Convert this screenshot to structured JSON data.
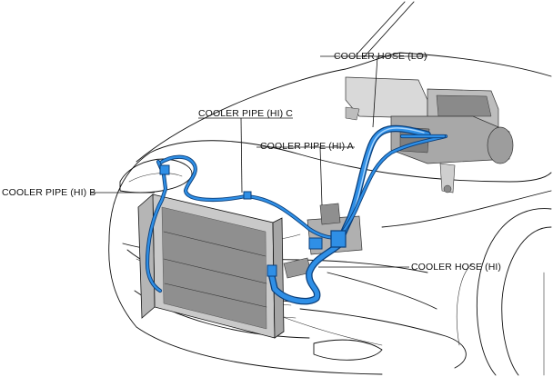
{
  "labels": {
    "cooler_hose_lo": "COOLER HOSE (LO)",
    "cooler_pipe_hi_c": "COOLER PIPE (HI) C",
    "cooler_pipe_hi_a": "COOLER PIPE (HI) A",
    "cooler_pipe_hi_b": "COOLER PIPE (HI) B",
    "cooler_hose_hi": "COOLER HOSE (HI)"
  },
  "colors": {
    "pipe_dark": "#0b3f7a",
    "pipe_light": "#2f8fe6",
    "line_art": "#111111",
    "component_gray": "#9a9a9a"
  }
}
